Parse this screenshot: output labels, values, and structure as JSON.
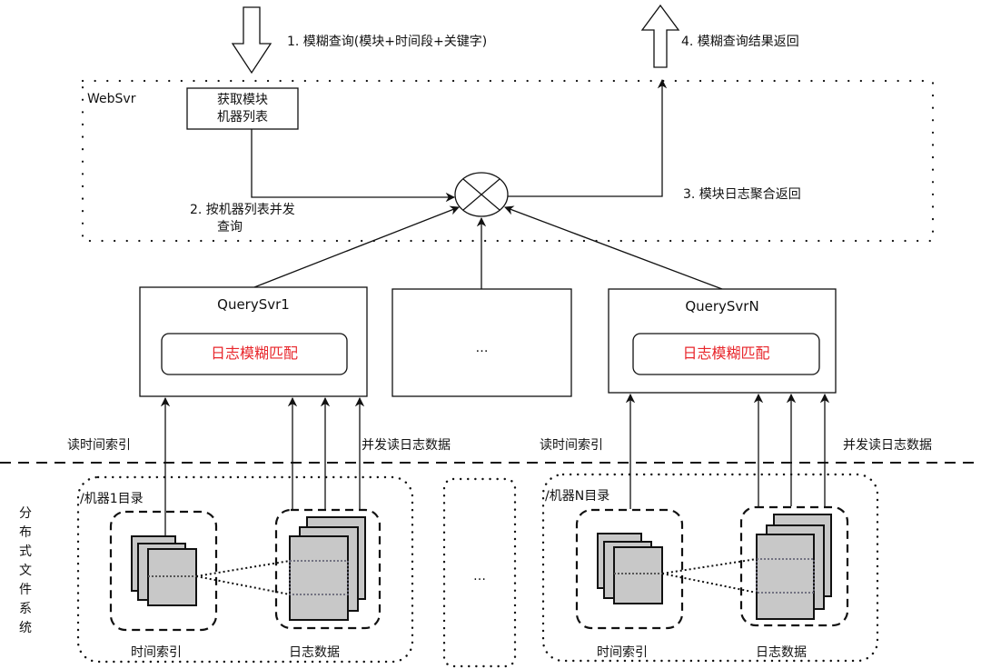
{
  "steps": {
    "step1": "1. 模糊查询(模块+时间段+关键字)",
    "step2_line1": "2. 按机器列表并发",
    "step2_line2": "查询",
    "step3": "3. 模块日志聚合返回",
    "step4": "4. 模糊查询结果返回"
  },
  "websvr": {
    "label": "WebSvr",
    "machine_list_box_line1": "获取模块",
    "machine_list_box_line2": "机器列表"
  },
  "query_servers": [
    {
      "title": "QuerySvr1",
      "inner": "日志模糊匹配"
    },
    {
      "title": "…",
      "inner": ""
    },
    {
      "title": "QuerySvrN",
      "inner": "日志模糊匹配"
    }
  ],
  "reads": {
    "read_index": "读时间索引",
    "read_logs": "并发读日志数据"
  },
  "filesystem": {
    "label": "分布式文件系统",
    "machines": [
      {
        "dir": "/机器1目录",
        "index_label": "时间索引",
        "data_label": "日志数据"
      },
      {
        "dir": "…"
      },
      {
        "dir": "/机器N目录",
        "index_label": "时间索引",
        "data_label": "日志数据"
      }
    ]
  },
  "colors": {
    "highlight_text": "#e8262b",
    "file_fill": "#c8c8c8",
    "line": "#111111"
  }
}
